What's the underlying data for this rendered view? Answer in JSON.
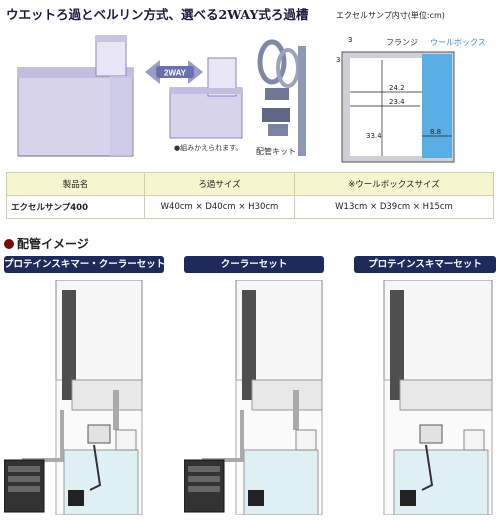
{
  "headline": "ウエットろ過とベルリン方式、選べる2WAY式ろ過槽",
  "photo": {
    "badge": "2WAY",
    "note": "●組みかえられます。",
    "pipe_kit_label": "配管キット"
  },
  "dims": {
    "title": "エクセルサンプ内寸(単位:cm)",
    "flange_label": "フランジ",
    "wool_box_label": "ウールボックス",
    "v3_top": "3",
    "v3_left": "3",
    "v24_2": "24.2",
    "v23_4": "23.4",
    "v33_4": "33.4",
    "v8_8": "8.8"
  },
  "spec_table": {
    "headers": [
      "製品名",
      "ろ過サイズ",
      "※ウールボックスサイズ"
    ],
    "row": [
      "エクセルサンプ400",
      "W40cm × D40cm × H30cm",
      "W13cm × D39cm × H15cm"
    ]
  },
  "section_title": "配管イメージ",
  "tabs": [
    "プロテインスキマー・クーラーセット",
    "クーラーセット",
    "プロテインスキマーセット"
  ],
  "colors": {
    "tab_bg": "#1e2a5a",
    "table_head_bg": "#f5f5d0",
    "wool_box_blue": "#5aaee6",
    "bullet": "#7a0b0b"
  }
}
